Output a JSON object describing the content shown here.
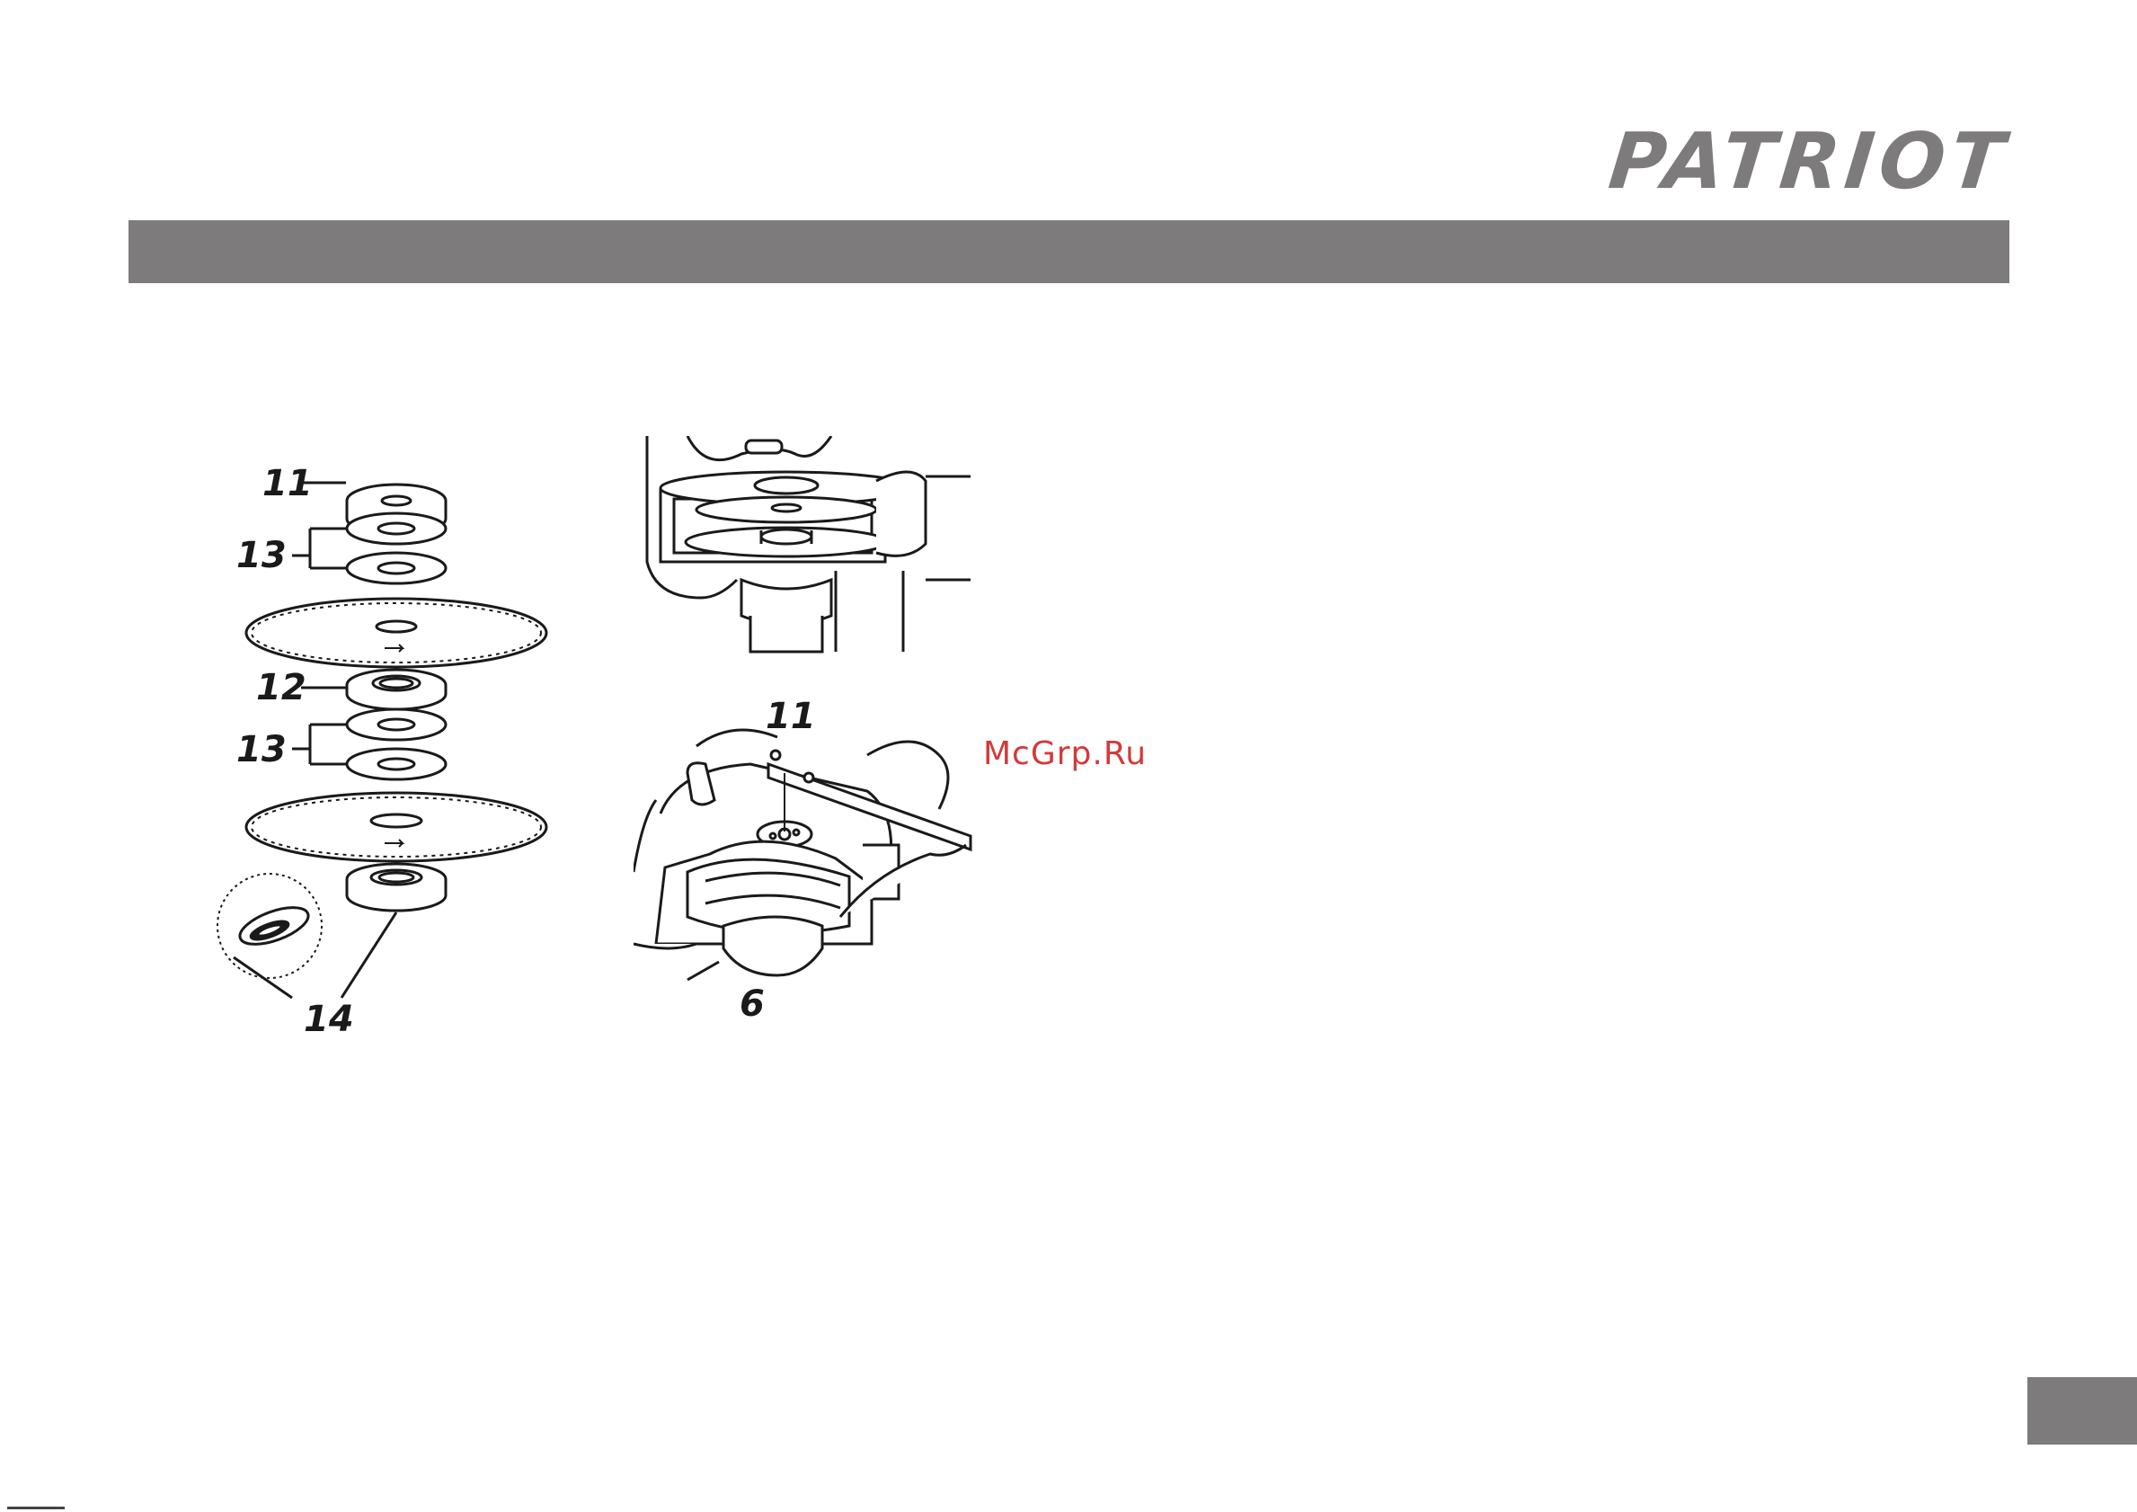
{
  "header": {
    "brand": "PATRIOT"
  },
  "watermark": "McGrp.Ru",
  "figure_left": {
    "callouts": {
      "c11": "11",
      "c13a": "13",
      "c12": "12",
      "c13b": "13",
      "c14": "14"
    }
  },
  "figure_right": {
    "callouts": {
      "c11": "11",
      "c6": "6"
    }
  },
  "colors": {
    "brand_gray": "#7d7b7c",
    "watermark_red": "#d23a3a"
  }
}
